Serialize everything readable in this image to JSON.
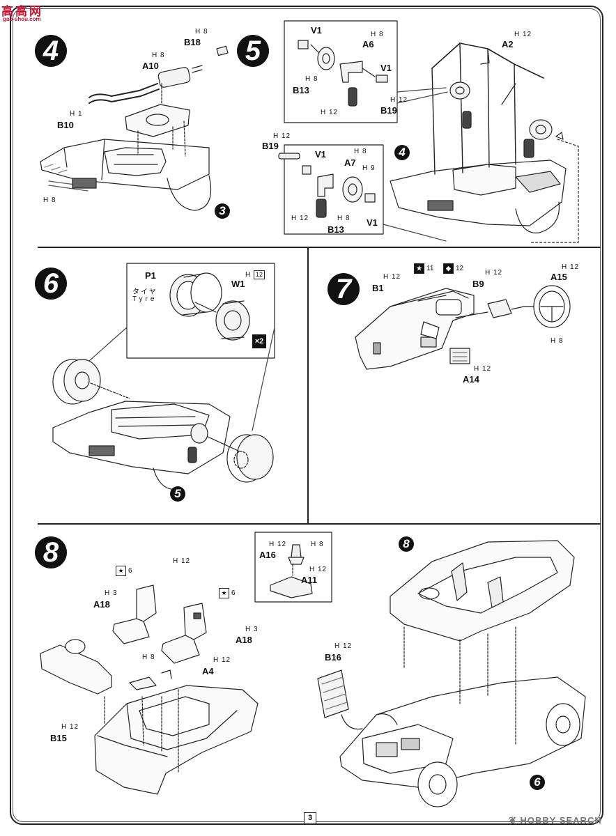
{
  "site_logo": {
    "glyphs": "高高网",
    "sub": "gao-shou.com"
  },
  "page_number": "3",
  "watermark": "❦ HOBBY SEARCH",
  "steps": [
    {
      "number": "4"
    },
    {
      "number": "5"
    },
    {
      "number": "6"
    },
    {
      "number": "7"
    },
    {
      "number": "8"
    }
  ],
  "step4": {
    "ref": "3",
    "parts": [
      {
        "code": "H 8",
        "part": "B18"
      },
      {
        "code": "H 8",
        "part": "A10"
      },
      {
        "code": "H 1",
        "part": "B10"
      }
    ],
    "extra_code": "H 8"
  },
  "step5": {
    "ref": "4",
    "main": {
      "code": "H 12",
      "part": "A2"
    },
    "inset_top": {
      "v1_top": "V1",
      "a6_code": "H 8",
      "a6": "A6",
      "v1_right": "V1",
      "b13_code": "H 8",
      "b13": "B13",
      "b19_code": "H 12",
      "b19": "B19",
      "h12": "H 12"
    },
    "inset_bottom": {
      "b19_code": "H 12",
      "b19": "B19",
      "v1_top": "V1",
      "a7_code": "H 8",
      "a7": "A7",
      "h9": "H 9",
      "h12": "H 12",
      "b13_code": "H 8",
      "b13": "B13",
      "v1_bottom": "V1"
    }
  },
  "step6": {
    "ref": "5",
    "p1": "P1",
    "h12": "H",
    "h12_box": "12",
    "w1": "W1",
    "tyre_ja": "タイヤ",
    "tyre_en": "Tyre",
    "times2": "×2"
  },
  "step7": {
    "badge_star": "11",
    "badge_arrow": "12",
    "parts": [
      {
        "code": "H 12",
        "part": "B1"
      },
      {
        "code": "H 12",
        "part": "B9"
      },
      {
        "code": "H 12",
        "part": "A15"
      },
      {
        "code": "H 12",
        "part": "A14"
      }
    ],
    "wheel_code": "H 8"
  },
  "step8": {
    "ref_top": "8",
    "ref_bottom": "6",
    "inset": {
      "a16_code": "H 12",
      "h8": "H 8",
      "a16": "A16",
      "a11_code": "H 12",
      "a11": "A11"
    },
    "seat_left": {
      "badge": "6",
      "code": "H 3",
      "part": "A18"
    },
    "seat_right": {
      "badge": "6",
      "code": "H 3",
      "part": "A18"
    },
    "h12_top": "H 12",
    "a4": {
      "code": "H 12",
      "part": "A4"
    },
    "h8": "H 8",
    "b15": {
      "code": "H 12",
      "part": "B15"
    },
    "b16": {
      "code": "H 12",
      "part": "B16"
    }
  }
}
